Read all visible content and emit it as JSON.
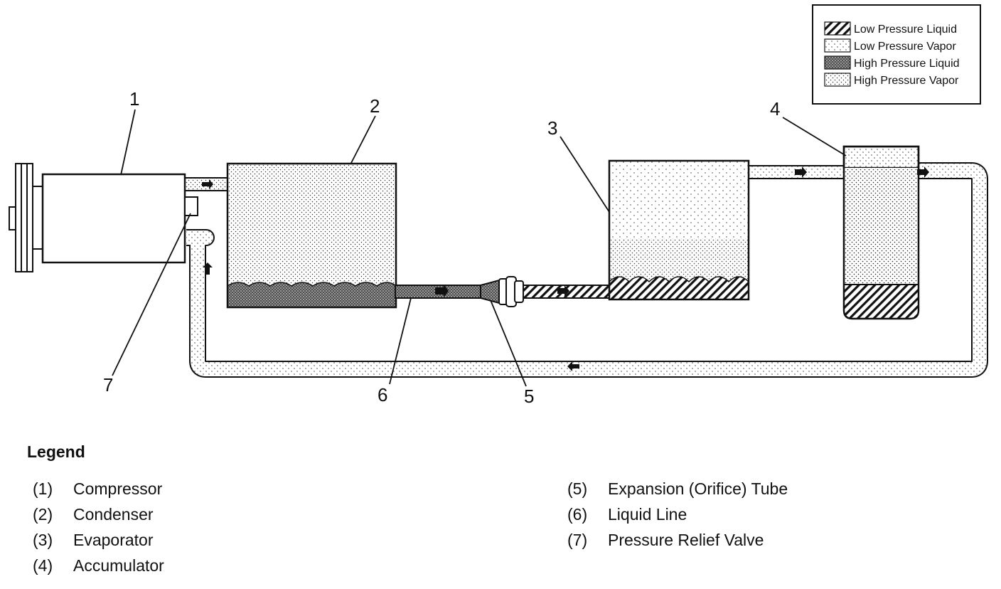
{
  "key": {
    "items": [
      {
        "label": "Low Pressure Liquid",
        "pattern": "lpl"
      },
      {
        "label": "Low Pressure Vapor",
        "pattern": "lpv"
      },
      {
        "label": "High Pressure Liquid",
        "pattern": "hpl"
      },
      {
        "label": "High Pressure Vapor",
        "pattern": "hpv"
      }
    ]
  },
  "callouts": {
    "c1": "1",
    "c2": "2",
    "c3": "3",
    "c4": "4",
    "c5": "5",
    "c6": "6",
    "c7": "7"
  },
  "legend": {
    "title": "Legend",
    "items": [
      {
        "num": "(1)",
        "label": "Compressor"
      },
      {
        "num": "(2)",
        "label": "Condenser"
      },
      {
        "num": "(3)",
        "label": "Evaporator"
      },
      {
        "num": "(4)",
        "label": "Accumulator"
      },
      {
        "num": "(5)",
        "label": "Expansion (Orifice) Tube"
      },
      {
        "num": "(6)",
        "label": "Liquid Line"
      },
      {
        "num": "(7)",
        "label": "Pressure Relief Valve"
      }
    ]
  },
  "colors": {
    "ink": "#111111",
    "paper": "#ffffff"
  }
}
